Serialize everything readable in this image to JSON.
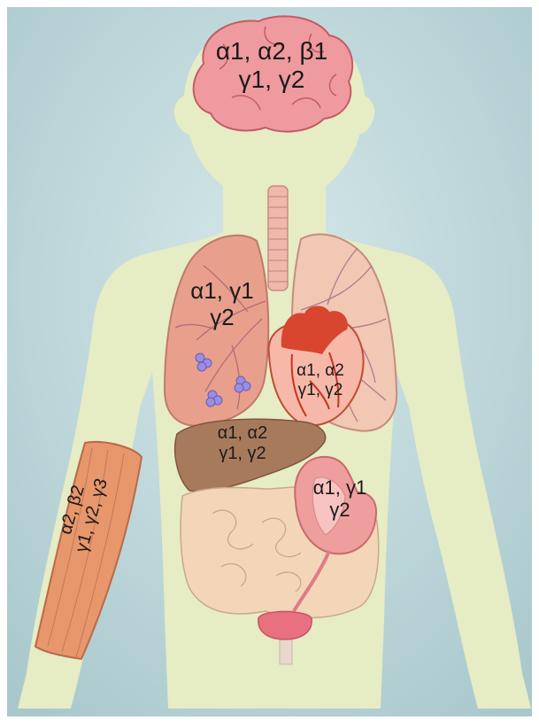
{
  "brain": {
    "line1": "α1, α2, β1",
    "line2": "γ1, γ2"
  },
  "lungs": {
    "line1": "α1, γ1",
    "line2": "γ2"
  },
  "heart": {
    "line1": "α1, α2",
    "line2": "γ1, γ2"
  },
  "liver": {
    "line1": "α1, α2",
    "line2": "γ1, γ2"
  },
  "kidney": {
    "line1": "α1, γ1",
    "line2": "γ2"
  },
  "muscle": {
    "line1": "α2, β2",
    "line2": "γ1, γ2, γ3"
  },
  "colors": {
    "background": "#b9d3d6",
    "body": "#e6ecc4",
    "brain": "#ef9a9e",
    "lung_left": "#e8a08c",
    "lung_right": "#f0c8b4",
    "heart": "#d8462f",
    "liver": "#a87a5c",
    "kidney": "#ef9e9e",
    "intestine": "#f3d6b8",
    "bladder": "#e9707e",
    "muscle": "#e8966c"
  }
}
